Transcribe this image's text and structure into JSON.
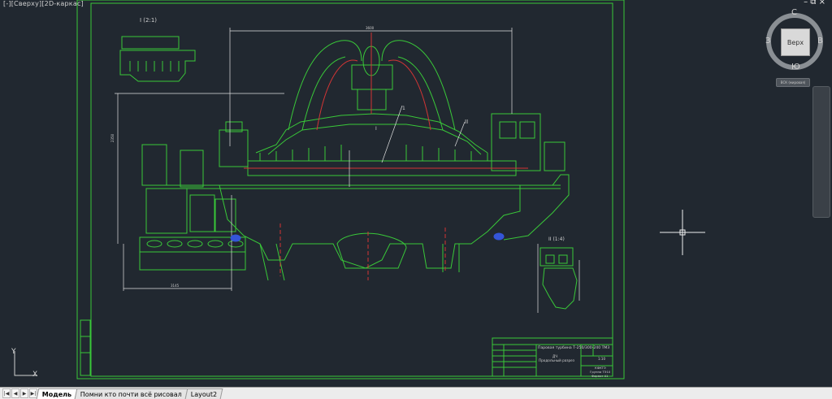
{
  "viewport": {
    "label": "[-][Сверху][2D-каркас]",
    "window_controls": "– ⧉ ×",
    "ucs": {
      "y_label": "Y",
      "x_label": "X"
    }
  },
  "viewcube": {
    "face": "Верх",
    "north": "С",
    "south": "Ю",
    "east": "В",
    "west": "З",
    "wcs_button": "ВСК (мировая)"
  },
  "drawing": {
    "detail_1_label": "I (2:1)",
    "detail_2_label": "II (1:4)",
    "callout_1": "I",
    "callout_2": "II",
    "callout_3": "1",
    "title_block": {
      "title": "Паровая турбина Т-250/300-240 ТМЗ",
      "subtitle": "Продольный разрез",
      "sheet_code": "ДЧ",
      "scale": "1:10",
      "org": "КФКТЭ",
      "group": "Группа ТЭ10",
      "format": "Формат А1"
    },
    "dim_top": "3600",
    "dim_left": "2350",
    "dim_bottom": "3145"
  },
  "tabs": {
    "items": [
      "Модель",
      "Помни кто почти всё рисовал",
      "Layout2"
    ],
    "active": 0
  },
  "colors": {
    "background": "#212830",
    "drawing_line": "#1fd61f",
    "frame_line": "#39c839",
    "accent_red": "#d23535",
    "accent_blue": "#3555d8",
    "dim_white": "#e0e0e0"
  }
}
